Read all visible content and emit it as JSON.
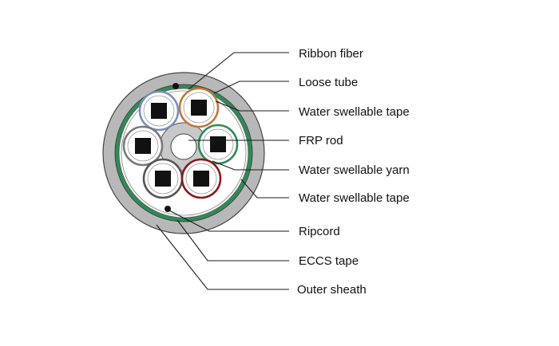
{
  "labels": {
    "ribbon_fiber": "Ribbon fiber",
    "loose_tube": "Loose tube",
    "water_swellable_tape_inner": "Water swellable tape",
    "frp_rod": "FRP rod",
    "water_swellable_yarn": "Water swellable yarn",
    "water_swellable_tape_outer": "Water swellable tape",
    "ripcord": "Ripcord",
    "eccs_tape": "ECCS tape",
    "outer_sheath": "Outer sheath"
  },
  "colors": {
    "outer_sheath": "#b8b8b8",
    "eccs_tape": "#2e8b57",
    "frp_rod": "#c8c8c8",
    "fiber": "#111111",
    "tube_blue": "#7a8fbf",
    "tube_orange": "#c07a3c",
    "tube_green": "#2e8b57",
    "tube_red": "#8b1a1a",
    "tube_gray": "#7a7a7a",
    "tube_dark": "#555555"
  }
}
